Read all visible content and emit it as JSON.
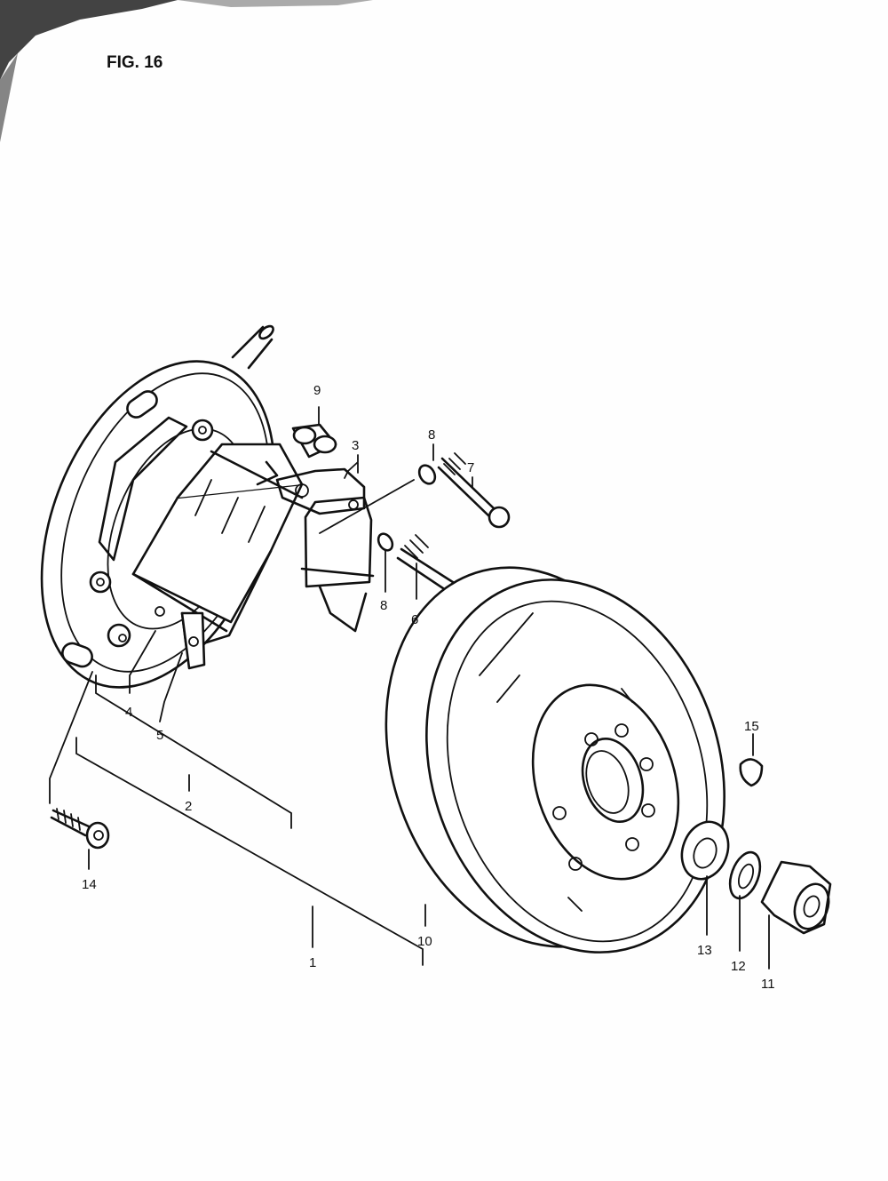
{
  "figure": {
    "title": "FIG. 16"
  },
  "callouts": [
    {
      "id": "c1",
      "text": "1"
    },
    {
      "id": "c2",
      "text": "2"
    },
    {
      "id": "c3",
      "text": "3"
    },
    {
      "id": "c4",
      "text": "4"
    },
    {
      "id": "c5",
      "text": "5"
    },
    {
      "id": "c6",
      "text": "6"
    },
    {
      "id": "c7",
      "text": "7"
    },
    {
      "id": "c8a",
      "text": "8"
    },
    {
      "id": "c8b",
      "text": "8"
    },
    {
      "id": "c9",
      "text": "9"
    },
    {
      "id": "c10",
      "text": "10"
    },
    {
      "id": "c11",
      "text": "11"
    },
    {
      "id": "c12",
      "text": "12"
    },
    {
      "id": "c13",
      "text": "13"
    },
    {
      "id": "c14",
      "text": "14"
    },
    {
      "id": "c15",
      "text": "15"
    }
  ]
}
